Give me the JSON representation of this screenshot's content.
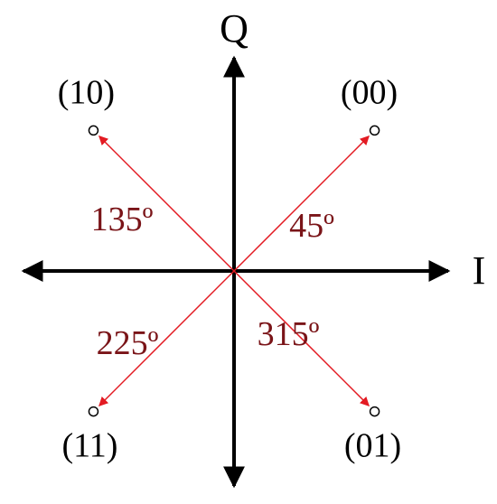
{
  "axes": {
    "horizontal_label": "I",
    "vertical_label": "Q",
    "axis_color": "#000000"
  },
  "constellation_points": [
    {
      "symbol": "(00)",
      "angle": "45º",
      "angle_deg": 45
    },
    {
      "symbol": "(10)",
      "angle": "135º",
      "angle_deg": 135
    },
    {
      "symbol": "(11)",
      "angle": "225º",
      "angle_deg": 225
    },
    {
      "symbol": "(01)",
      "angle": "315º",
      "angle_deg": 315
    }
  ],
  "colors": {
    "vector": "#e31b23",
    "angle_text": "#7a1418",
    "point_marker": "#000000"
  }
}
